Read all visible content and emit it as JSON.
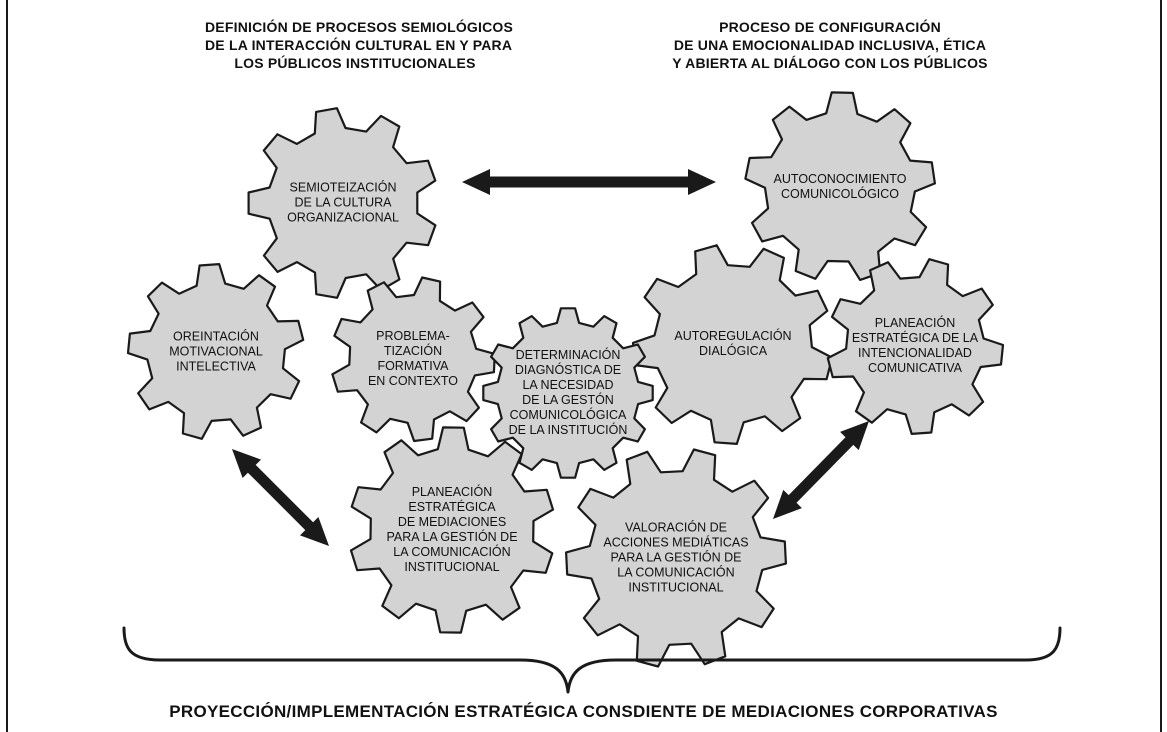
{
  "headings": {
    "left": [
      "DEFINICIÓN DE PROCESOS SEMIOLÓGICOS",
      "DE LA INTERACCIÓN CULTURAL EN Y PARA",
      "LOS PÚBLICOS INSTITUCIONALES"
    ],
    "right": [
      "PROCESO DE CONFIGURACIÓN",
      "DE UNA EMOCIONALIDAD INCLUSIVA, ÉTICA",
      "Y ABIERTA AL DIÁLOGO CON LOS PÚBLICOS"
    ]
  },
  "gears": [
    {
      "id": "semioteizacion",
      "lines": [
        "SEMIOTEIZACIÓN",
        "DE LA CULTURA",
        "ORGANIZACIONAL"
      ]
    },
    {
      "id": "autoconocimiento",
      "lines": [
        "AUTOCONOCIMIENTO",
        "COMUNICOLÓGICO"
      ]
    },
    {
      "id": "oreintacion",
      "lines": [
        "OREINTACIÓN",
        "MOTIVACIONAL",
        "INTELECTIVA"
      ]
    },
    {
      "id": "problematizacion",
      "lines": [
        "PROBLEMA-",
        "TIZACIÓN",
        "FORMATIVA",
        "EN CONTEXTO"
      ]
    },
    {
      "id": "determinacion",
      "lines": [
        "DETERMINACIÓN",
        "DIAGNÓSTICA DE",
        "LA NECESIDAD",
        "DE LA GESTÓN",
        "COMUNICOLÓGICA",
        "DE LA INSTITUCIÓN"
      ]
    },
    {
      "id": "autoregulacion",
      "lines": [
        "AUTOREGULACIÓN",
        "DIALÓGICA"
      ]
    },
    {
      "id": "planeacion-intencionalidad",
      "lines": [
        "PLANEACIÓN",
        "ESTRATÉGICA DE LA",
        "INTENCIONALIDAD",
        "COMUNICATIVA"
      ]
    },
    {
      "id": "planeacion-mediaciones",
      "lines": [
        "PLANEACIÓN",
        "ESTRATÉGICA",
        "DE MEDIACIONES",
        "PARA LA GESTIÓN DE",
        "LA COMUNICACIÓN",
        "INSTITUCIONAL"
      ]
    },
    {
      "id": "valoracion",
      "lines": [
        "VALORACIÓN DE",
        "ACCIONES MEDIÁTICAS",
        "PARA LA GESTIÓN DE",
        "LA COMUNICACIÓN",
        "INSTITUCIONAL"
      ]
    }
  ],
  "footer": "PROYECCIÓN/IMPLEMENTACIÓN ESTRATÉGICA CONSDIENTE DE MEDIACIONES CORPORATIVAS",
  "colors": {
    "gear_fill": "#d3d3d3",
    "stroke": "#1a1a1a",
    "arrow": "#1a1a1a"
  }
}
